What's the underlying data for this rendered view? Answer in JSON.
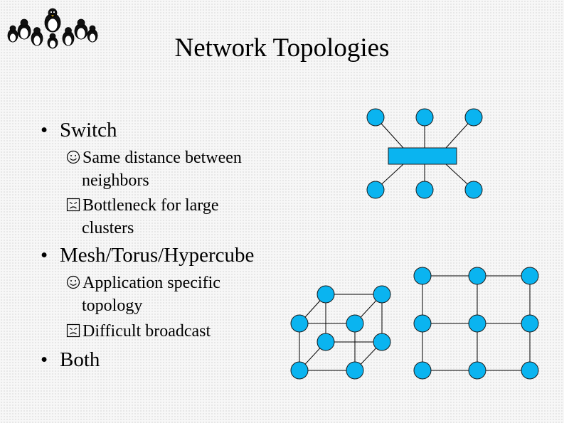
{
  "title": "Network Topologies",
  "bullets": [
    {
      "label": "Switch",
      "sub": [
        {
          "icon": "smiley-face-icon",
          "line1": "Same distance between",
          "line2": "neighbors"
        },
        {
          "icon": "frown-face-icon",
          "line1": "Bottleneck for large",
          "line2": "clusters"
        }
      ]
    },
    {
      "label": "Mesh/Torus/Hypercube",
      "sub": [
        {
          "icon": "smiley-face-icon",
          "line1": "Application specific",
          "line2": "topology"
        },
        {
          "icon": "frown-face-icon",
          "line1": "Difficult broadcast",
          "line2": ""
        }
      ]
    },
    {
      "label": "Both",
      "sub": []
    }
  ],
  "colors": {
    "node_fill": "#0ab4f0",
    "node_stroke": "#1a1a1a",
    "link_stroke": "#000000"
  },
  "diagram_icons": {
    "switch": "star-topology-switch",
    "cube": "hypercube-topology",
    "mesh": "mesh-topology"
  }
}
